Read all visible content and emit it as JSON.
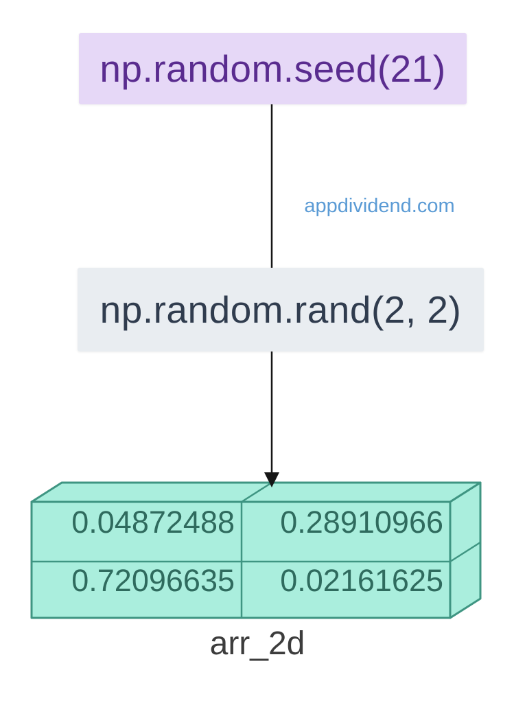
{
  "watermark": {
    "text": "appdividend.com",
    "color": "#5b9bd5"
  },
  "seed_box": {
    "label": "np.random.seed(21)",
    "bg": "#e6d8f7",
    "text_color": "#5a2c8f"
  },
  "rand_box": {
    "label": "np.random.rand(2, 2)",
    "bg": "#e9edf1",
    "text_color": "#303c4e"
  },
  "connector": {
    "color": "#161616"
  },
  "array_box": {
    "label": "arr_2d",
    "label_color": "#3c3c3c",
    "fill": "#aaeedd",
    "stroke": "#3f9582",
    "value_color": "#2f6b5e",
    "rows": [
      [
        "0.04872488",
        "0.28910966"
      ],
      [
        "0.72096635",
        "0.02161625"
      ]
    ]
  }
}
